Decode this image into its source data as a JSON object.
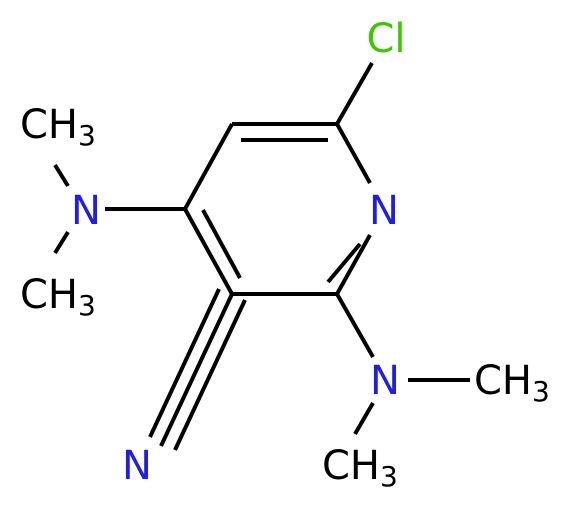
{
  "molecule": {
    "atoms": {
      "cl": {
        "text": "Cl",
        "color": "#3cc800"
      },
      "n_ring": {
        "text": "N",
        "color": "#1e1ee6"
      },
      "n_amine_top": {
        "text": "N",
        "color": "#1e1ee6"
      },
      "n_amine_bottom": {
        "text": "N",
        "color": "#1e1ee6"
      },
      "n_nitrile": {
        "text": "N",
        "color": "#1e1ee6"
      },
      "methyl": {
        "text": "CH",
        "subscript": "3",
        "color": "#000000"
      }
    }
  }
}
